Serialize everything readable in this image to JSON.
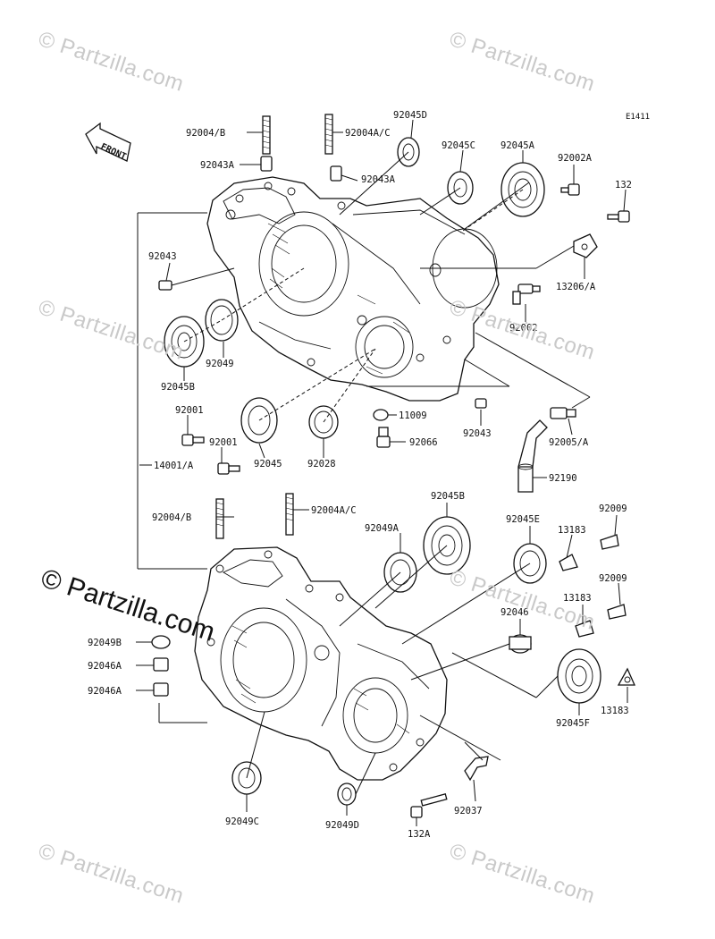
{
  "watermark": "© Partzilla.com",
  "diagram_id": "E1411",
  "front_label": "FRONT",
  "labels": {
    "l92004b_top": "92004/B",
    "l92004ac_top": "92004A/C",
    "l92045d": "92045D",
    "l92043a_left": "92043A",
    "l92043a_right": "92043A",
    "l92045c": "92045C",
    "l92045a": "92045A",
    "l92002a": "92002A",
    "l132": "132",
    "l92043_left": "92043",
    "l13206a": "13206/A",
    "l92002": "92002",
    "l92049": "92049",
    "l92045b_left": "92045B",
    "l92001_a": "92001",
    "l92001_b": "92001",
    "l92045": "92045",
    "l92028": "92028",
    "l11009": "11009",
    "l92066": "92066",
    "l92043_right": "92043",
    "l92005a": "92005/A",
    "l14001a": "14001/A",
    "l92190": "92190",
    "l92004b_bottom": "92004/B",
    "l92004ac_bottom": "92004A/C",
    "l92045b_bottom": "92045B",
    "l92049a": "92049A",
    "l92045e": "92045E",
    "l13183_a": "13183",
    "l92009_a": "92009",
    "l92009_b": "92009",
    "l13183_b": "13183",
    "l92049b": "92049B",
    "l92046a_1": "92046A",
    "l92046a_2": "92046A",
    "l92046": "92046",
    "l13183_c": "13183",
    "l92045f": "92045F",
    "l92049c": "92049C",
    "l92049d": "92049D",
    "l132a": "132A",
    "l92037": "92037"
  }
}
